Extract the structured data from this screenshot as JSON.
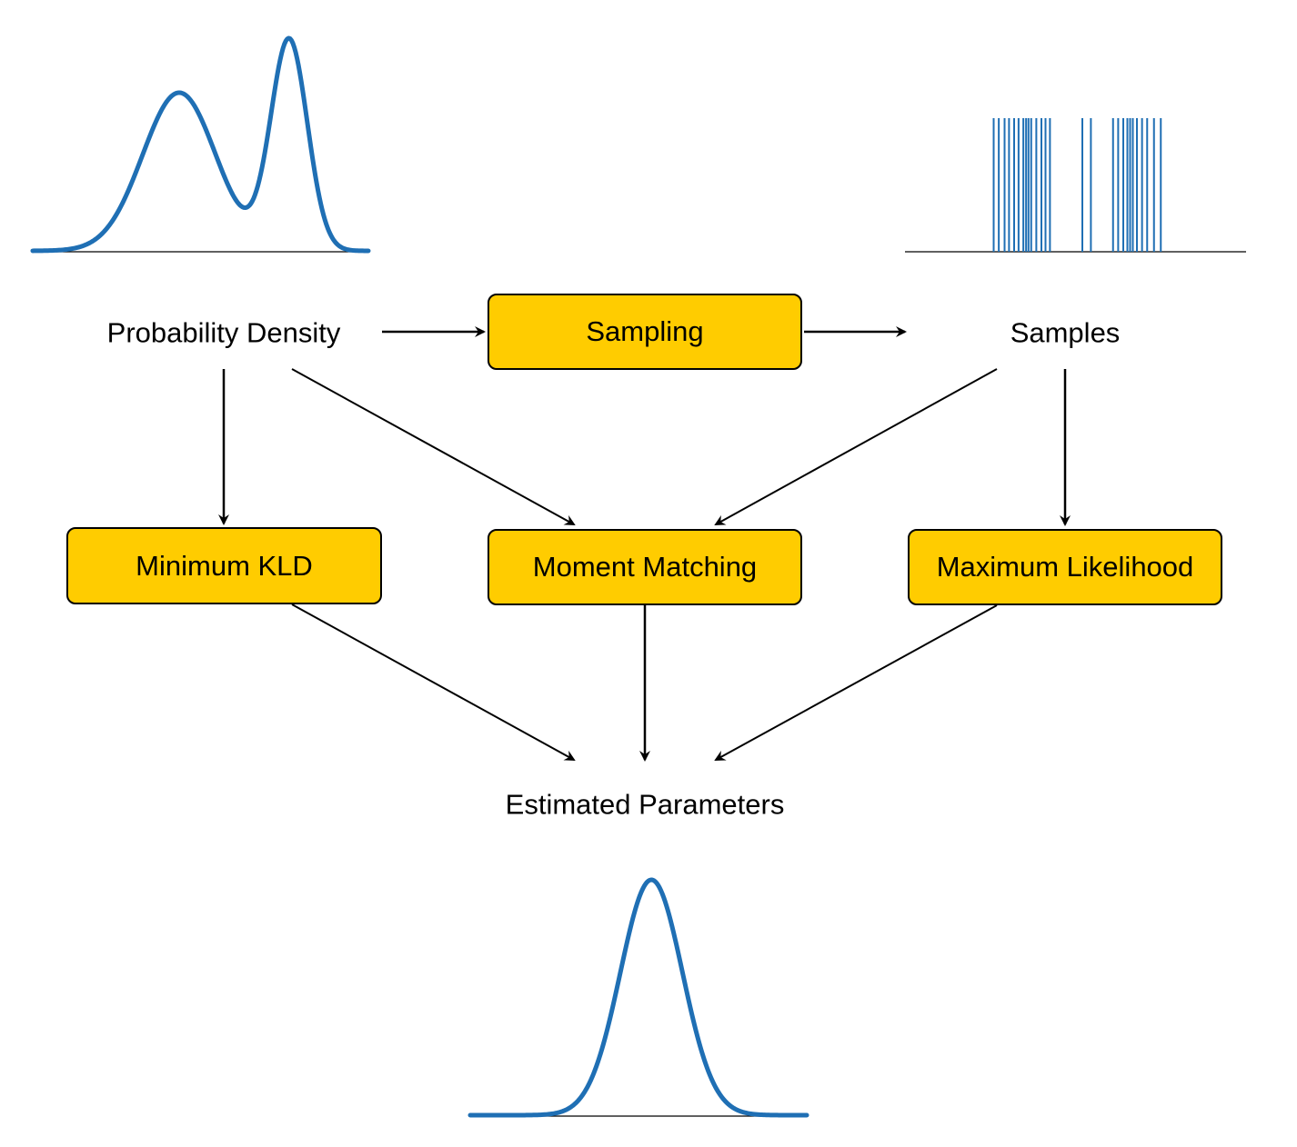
{
  "colors": {
    "box_fill": "#FFCC00",
    "curve": "#1F6FB4",
    "line": "#000000"
  },
  "nodes": {
    "probability_density": "Probability Density",
    "sampling": "Sampling",
    "samples": "Samples",
    "minimum_kld": "Minimum KLD",
    "moment_matching": "Moment Matching",
    "maximum_likelihood": "Maximum Likelihood",
    "estimated_parameters": "Estimated Parameters"
  },
  "edges": [
    {
      "from": "probability_density",
      "to": "sampling"
    },
    {
      "from": "sampling",
      "to": "samples"
    },
    {
      "from": "probability_density",
      "to": "minimum_kld"
    },
    {
      "from": "probability_density",
      "to": "moment_matching"
    },
    {
      "from": "samples",
      "to": "moment_matching"
    },
    {
      "from": "samples",
      "to": "maximum_likelihood"
    },
    {
      "from": "minimum_kld",
      "to": "estimated_parameters"
    },
    {
      "from": "moment_matching",
      "to": "estimated_parameters"
    },
    {
      "from": "maximum_likelihood",
      "to": "estimated_parameters"
    }
  ],
  "illustrations": {
    "bimodal_density": {
      "components": [
        {
          "mean": -1.6,
          "sd": 0.6,
          "weight": 0.6
        },
        {
          "mean": 0.2,
          "sd": 0.3,
          "weight": 0.4
        }
      ],
      "x_range": [
        -4.0,
        1.5
      ]
    },
    "gaussian_density": {
      "mean": 0.0,
      "sd": 0.6,
      "x_range": [
        -3.5,
        3.0
      ]
    },
    "sample_positions": [
      0.1,
      0.25,
      0.42,
      0.55,
      0.7,
      0.83,
      0.97,
      1.05,
      1.12,
      1.2,
      1.35,
      1.5,
      1.62,
      1.75,
      2.7,
      2.95,
      3.6,
      3.75,
      3.9,
      4.02,
      4.1,
      4.18,
      4.3,
      4.45,
      4.6,
      4.8,
      5.0
    ],
    "sample_axis_range": [
      -2.5,
      7.5
    ]
  }
}
